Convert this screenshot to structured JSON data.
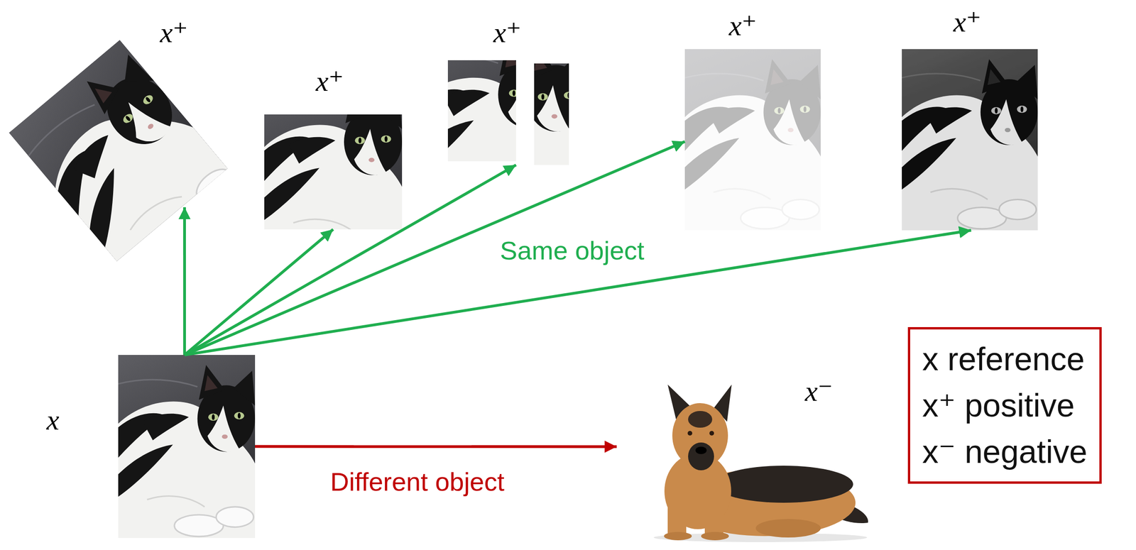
{
  "diagram": {
    "nodes": [
      {
        "text": [
          "x"
        ]
      },
      {
        "text": [
          "x⁺"
        ]
      },
      {
        "text": [
          "x⁺"
        ]
      },
      {
        "text": [
          "x⁺"
        ]
      },
      {
        "text": [
          "x⁺"
        ]
      },
      {
        "text": [
          "x⁺"
        ]
      },
      {
        "text": [
          "x⁻"
        ]
      },
      {
        "text": [
          "x reference",
          "x⁺ positive",
          "x⁻ negative"
        ]
      }
    ],
    "edges": [
      {
        "from": 0,
        "to": 1,
        "arrow": "to"
      },
      {
        "from": 0,
        "to": 2,
        "arrow": "to"
      },
      {
        "from": 0,
        "to": 3,
        "arrow": "to"
      },
      {
        "from": 0,
        "to": 4,
        "arrow": "to"
      },
      {
        "from": 0,
        "to": 5,
        "arrow": "to"
      },
      {
        "from": 0,
        "to": 6,
        "label": "Different object",
        "arrow": "to"
      }
    ],
    "labels": [
      "Same object"
    ]
  }
}
